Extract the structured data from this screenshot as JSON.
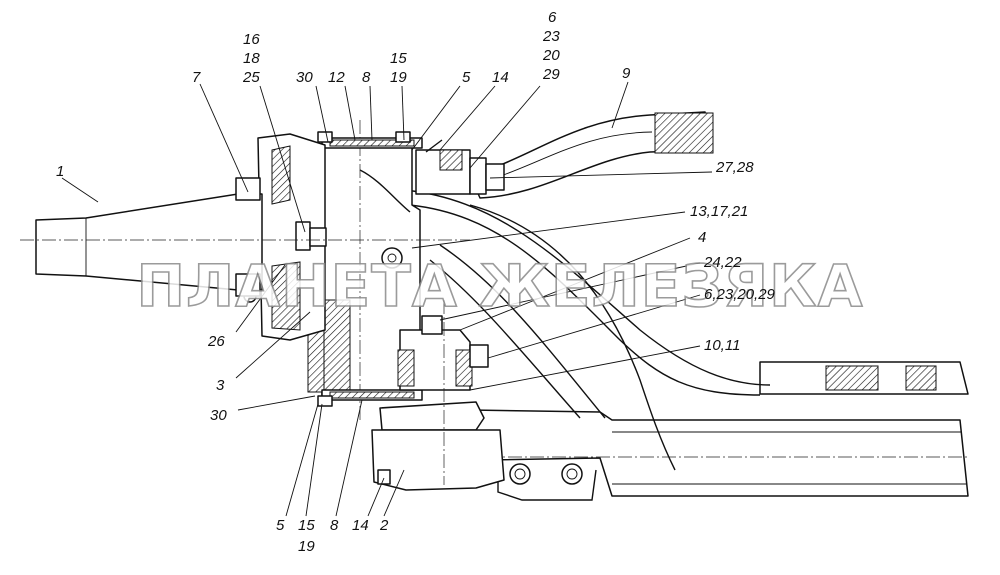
{
  "watermark": "ПЛАНЕТА ЖЕЛЕЗЯКА",
  "callouts": [
    {
      "id": "c1",
      "text": "1"
    },
    {
      "id": "c7",
      "text": "7"
    },
    {
      "id": "c16",
      "text": "16"
    },
    {
      "id": "c18",
      "text": "18"
    },
    {
      "id": "c25",
      "text": "25"
    },
    {
      "id": "c30a",
      "text": "30"
    },
    {
      "id": "c12",
      "text": "12"
    },
    {
      "id": "c8a",
      "text": "8"
    },
    {
      "id": "c15a",
      "text": "15"
    },
    {
      "id": "c19a",
      "text": "19"
    },
    {
      "id": "c5a",
      "text": "5"
    },
    {
      "id": "c14a",
      "text": "14"
    },
    {
      "id": "c6a",
      "text": "6"
    },
    {
      "id": "c23a",
      "text": "23"
    },
    {
      "id": "c20a",
      "text": "20"
    },
    {
      "id": "c29a",
      "text": "29"
    },
    {
      "id": "c9",
      "text": "9"
    },
    {
      "id": "c2728",
      "text": "27,28"
    },
    {
      "id": "c131721",
      "text": "13,17,21"
    },
    {
      "id": "c4",
      "text": "4"
    },
    {
      "id": "c2422",
      "text": "24,22"
    },
    {
      "id": "c6232029",
      "text": "6,23,20,29"
    },
    {
      "id": "c1011",
      "text": "10,11"
    },
    {
      "id": "c26",
      "text": "26"
    },
    {
      "id": "c3",
      "text": "3"
    },
    {
      "id": "c30b",
      "text": "30"
    },
    {
      "id": "c5b",
      "text": "5"
    },
    {
      "id": "c15b",
      "text": "15"
    },
    {
      "id": "c19b",
      "text": "19"
    },
    {
      "id": "c8b",
      "text": "8"
    },
    {
      "id": "c14b",
      "text": "14"
    },
    {
      "id": "c2",
      "text": "2"
    }
  ]
}
